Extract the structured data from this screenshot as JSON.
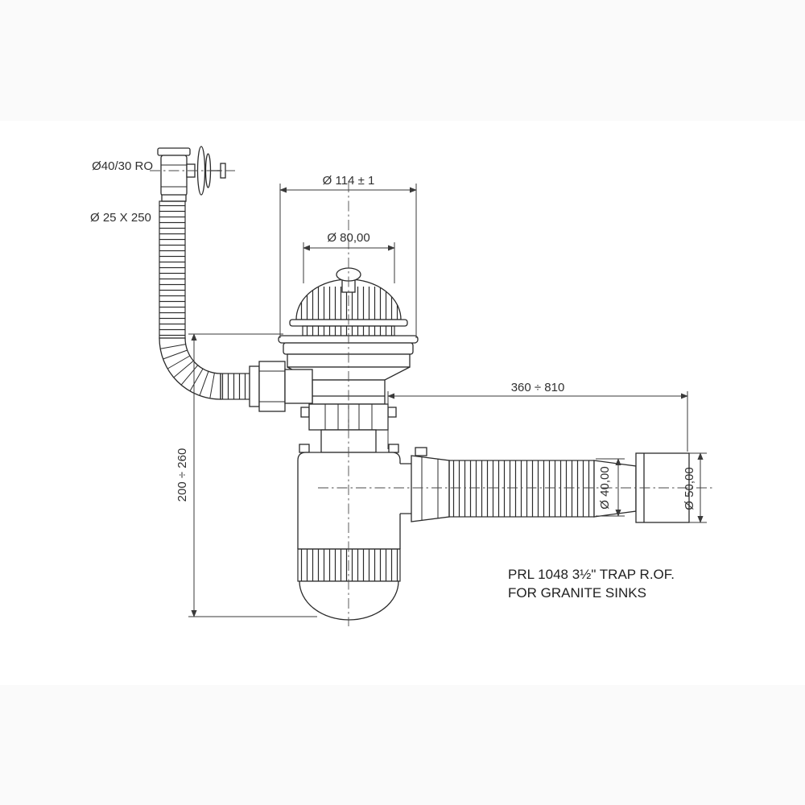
{
  "drawing": {
    "title": "Sink trap technical drawing",
    "product_label": {
      "line1": "PRL 1048 3½\" TRAP R.OF.",
      "line2": "FOR GRANITE SINKS"
    },
    "dimensions": {
      "overflow_rosette": "Ø40/30 RO",
      "overflow_hose": "Ø 25 X 250",
      "strainer_outer": "Ø 114 ± 1",
      "strainer_inner": "Ø 80,00",
      "horizontal_reach": "360 ÷ 810",
      "vertical_height": "200 ÷ 260",
      "outlet_pipe": "Ø 40,00",
      "end_sleeve": "Ø 50,00"
    },
    "colors": {
      "line": "#2b2b2b",
      "dimension": "#3a3a3a",
      "background": "#ffffff"
    }
  }
}
